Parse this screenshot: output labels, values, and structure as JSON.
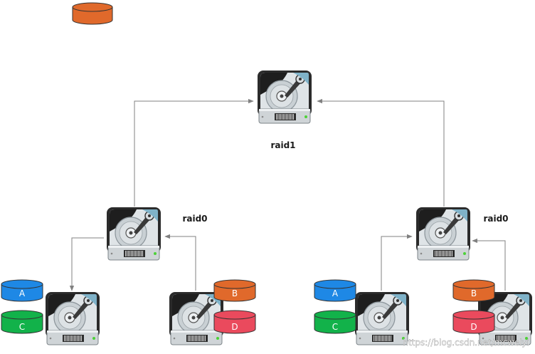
{
  "labels": {
    "top_raid": "raid1",
    "left_raid": "raid0",
    "right_raid": "raid0"
  },
  "disks": {
    "left_a": "A",
    "left_c": "C",
    "left_b": "B",
    "left_d": "D",
    "right_a": "A",
    "right_c": "C",
    "right_b": "B",
    "right_d": "D"
  },
  "watermark": "https://blog.csdn.net/mcwelyi",
  "colors": {
    "blue": "#1e88e5",
    "green": "#12b24a",
    "orange": "#e0692b",
    "red": "#ea4a5d",
    "arrow": "#808080"
  }
}
